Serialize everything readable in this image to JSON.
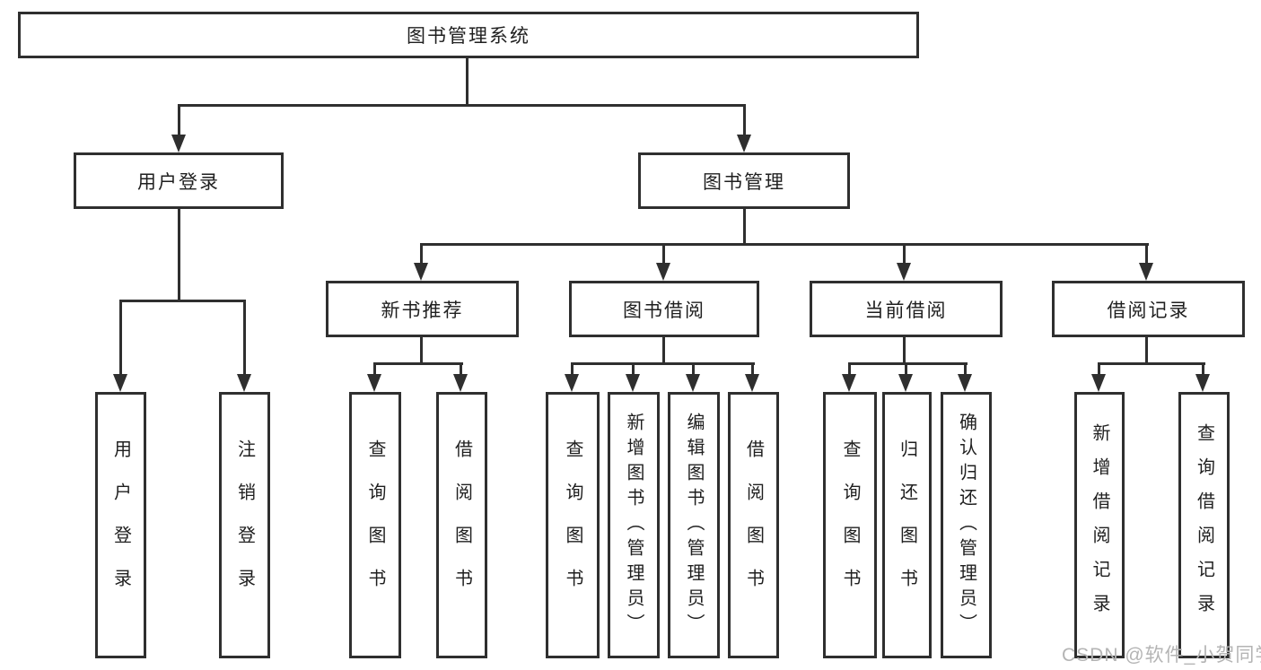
{
  "root": {
    "label": "图书管理系统"
  },
  "level2": {
    "user_login": {
      "label": "用户登录"
    },
    "book_management": {
      "label": "图书管理"
    }
  },
  "level3": {
    "new_book_recommend": {
      "label": "新书推荐"
    },
    "book_borrow": {
      "label": "图书借阅"
    },
    "current_borrow": {
      "label": "当前借阅"
    },
    "borrow_records": {
      "label": "借阅记录"
    }
  },
  "leaves": {
    "user_login": {
      "label": "用户登录"
    },
    "logout": {
      "label": "注销登录"
    },
    "nb_query_books": {
      "label": "查询图书"
    },
    "nb_borrow_books": {
      "label": "借阅图书"
    },
    "bb_query_books": {
      "label": "查询图书"
    },
    "bb_add_books": {
      "label": "新增图书（管理员）"
    },
    "bb_edit_books": {
      "label": "编辑图书（管理员）"
    },
    "bb_borrow_books": {
      "label": "借阅图书"
    },
    "cb_query_books": {
      "label": "查询图书"
    },
    "cb_return_books": {
      "label": "归还图书"
    },
    "cb_confirm_return": {
      "label": "确认归还（管理员）"
    },
    "br_add_record": {
      "label": "新增借阅记录"
    },
    "br_query_record": {
      "label": "查询借阅记录"
    }
  },
  "watermark": "CSDN @软件_小贺同学",
  "colors": {
    "line": "#2f2f2f",
    "text": "#1f1f1f",
    "watermark": "#b4b4b4",
    "background": "#ffffff"
  }
}
